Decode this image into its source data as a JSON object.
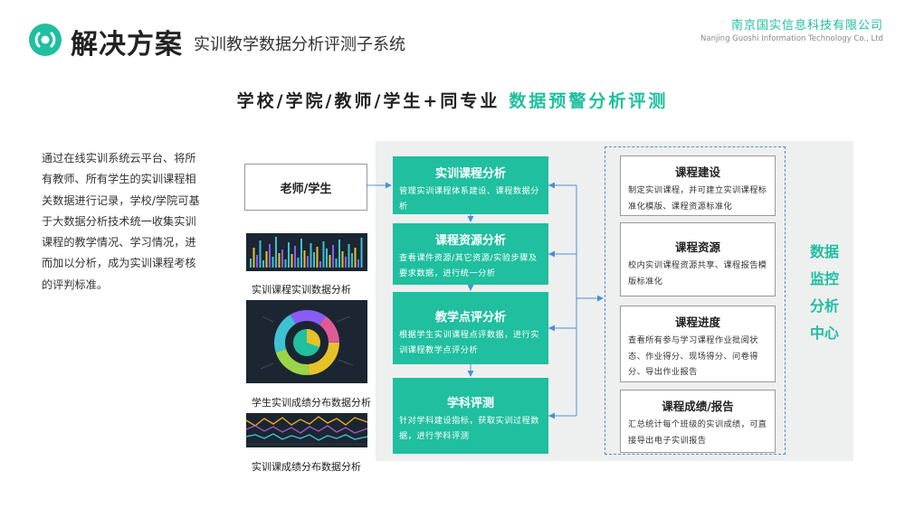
{
  "header": {
    "title": "解决方案",
    "subtitle": "实训教学数据分析评测子系统",
    "company_cn": "南京国实信息科技有限公司",
    "company_en": "Nanjing Guoshi Information Technology Co., Ltd"
  },
  "headline": {
    "part1": "学校/学院/教师/学生+同专业",
    "part2": "数据预警分析评测"
  },
  "intro_text": "通过在线实训系统云平台、将所有教师、所有学生的实训课程相关数据进行记录，学校/学院可基于大数据分析技术统一收集实训课程的教学情况、学习情况，进而加以分析，成为实训课程考核的评判标准。",
  "role_box": "老师/学生",
  "thumbnails": [
    {
      "label": "实训课程实训数据分析"
    },
    {
      "label": "学生实训成绩分布数据分析"
    },
    {
      "label": "实训课成绩分布数据分析"
    }
  ],
  "analysis_boxes": [
    {
      "title": "实训课程分析",
      "desc": "管理实训课程体系建设、课程数据分析"
    },
    {
      "title": "课程资源分析",
      "desc": "查看课件资源/其它资源/实验步骤及要求数据，进行统一分析"
    },
    {
      "title": "教学点评分析",
      "desc": "根据学生实训课程点评数据，进行实训课程教学点评分析"
    },
    {
      "title": "学科评测",
      "desc": "针对学科建设指标，获取实训过程数据，进行学科评测"
    }
  ],
  "result_boxes": [
    {
      "title": "课程建设",
      "desc": "制定实训课程，并可建立实训课程标准化模版、课程资源标准化"
    },
    {
      "title": "课程资源",
      "desc": "校内实训课程资源共享、课程报告模版标准化"
    },
    {
      "title": "课程进度",
      "desc": "查看所有参与学习课程作业批阅状态、作业得分、现场得分、问卷得分、导出作业报告"
    },
    {
      "title": "课程成绩/报告",
      "desc": "汇总统计每个班级的实训成绩，可直接导出电子实训报告"
    }
  ],
  "center_label": [
    "数据",
    "监控",
    "分析",
    "中心"
  ],
  "colors": {
    "accent": "#1fbf9f",
    "arrow": "#4a90d9",
    "panel": "#eeefef"
  },
  "icons": [
    "signal-logo-icon"
  ]
}
